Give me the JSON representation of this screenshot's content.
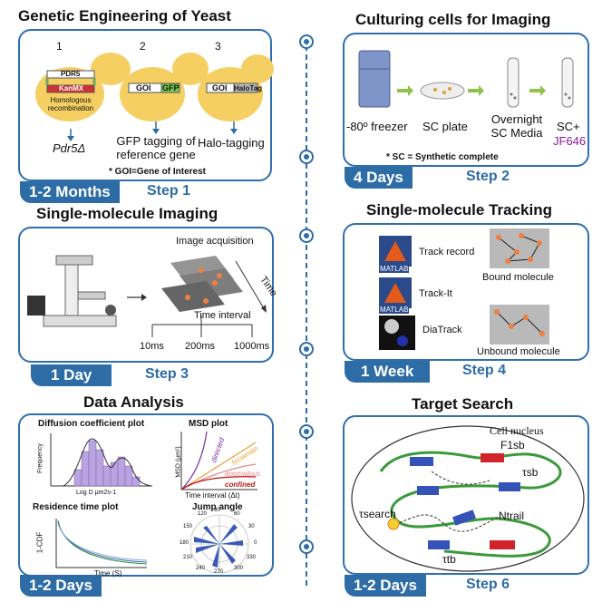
{
  "step1": {
    "title": "Genetic Engineering of Yeast",
    "nums": [
      "1",
      "2",
      "3"
    ],
    "pdr5": "PDR5",
    "kanmx": "KanMX",
    "homologous": "Homologous recombination",
    "goi": "GOI",
    "gfp": "GFP",
    "halotag": "HaloTag",
    "out1": "Pdr5Δ",
    "out2": "GFP tagging of reference gene",
    "out3": "Halo-tagging",
    "note": "* GOI=Gene of Interest",
    "duration": "1-2 Months",
    "step": "Step 1"
  },
  "step2": {
    "title": "Culturing cells for Imaging",
    "freezer": "-80º freezer",
    "plate": "SC plate",
    "overnight": "Overnight SC Media",
    "sc_plus": "SC+",
    "jf": "JF646",
    "note": "* SC = Synthetic complete",
    "duration": "4 Days",
    "step": "Step 2"
  },
  "step3": {
    "title": "Single-molecule Imaging",
    "acquisition": "Image acquisition",
    "time": "Time",
    "interval": "Time interval",
    "t1": "10ms",
    "t2": "200ms",
    "t3": "1000ms",
    "duration": "1 Day",
    "step": "Step 3"
  },
  "step4": {
    "title": "Single-molecule Tracking",
    "matlab": "MATLAB",
    "track_record": "Track record",
    "track_it": "Track-It",
    "diatrack": "DiaTrack",
    "bound": "Bound molecule",
    "unbound": "Unbound molecule",
    "duration": "1 Week",
    "step": "Step 4"
  },
  "step5": {
    "title": "Data Analysis",
    "diff_title": "Diffusion coefficient plot",
    "diff_x": "Log D μm2s-1",
    "diff_y": "Frequency",
    "msd_title": "MSD plot",
    "msd_x": "Time interval (Δt)",
    "msd_y": "MSD (μm²)",
    "directed": "directed",
    "brownian": "brownian",
    "anomalous": "anomalous",
    "confined": "confined",
    "res_title": "Residence time plot",
    "res_x": "Time (S)",
    "res_y": "1-CDF",
    "jump_title": "Jump angle",
    "angles": [
      "90",
      "120",
      "60",
      "150",
      "30",
      "180",
      "0",
      "210",
      "330",
      "240",
      "300",
      "270"
    ],
    "duration": "1-2 Days"
  },
  "step6": {
    "title": "Target Search",
    "nucleus": "Cell nucleus",
    "f1sb": "F1sb",
    "tsb": "τsb",
    "tsearch": "τsearch",
    "ntrail": "Ntrail",
    "ttb": "τtb",
    "duration": "1-2 Days",
    "step": "Step 6"
  },
  "colors": {
    "accent": "#2e6ca5",
    "yeast": "#f5cf62",
    "purple_bar": "#b9a3e0",
    "arrow_green": "#8fc34a",
    "dna_green": "#3a9a3a",
    "block_blue": "#3552b8",
    "block_red": "#d1232a"
  }
}
